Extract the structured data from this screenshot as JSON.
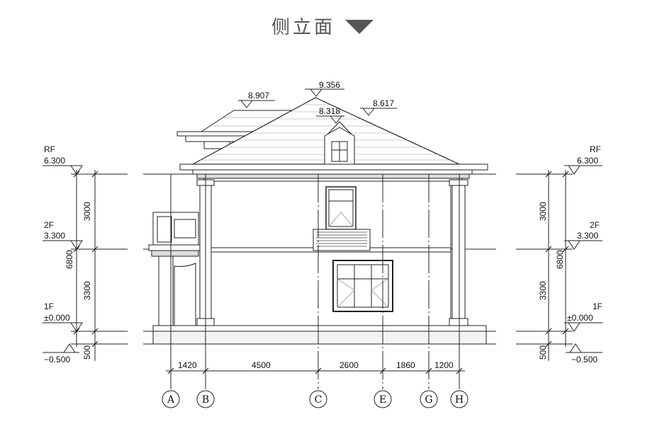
{
  "title": "侧立面",
  "roof_elevations": {
    "ridge": "9.356",
    "left": "8.907",
    "right": "8.617",
    "dormer": "8.318"
  },
  "left_levels": [
    {
      "name": "RF",
      "value": "6.300"
    },
    {
      "name": "2F",
      "value": "3.300"
    },
    {
      "name": "1F",
      "value": "±0.000"
    },
    {
      "name": "",
      "value": "−0.500"
    }
  ],
  "right_levels": [
    {
      "name": "RF",
      "value": "6.300"
    },
    {
      "name": "2F",
      "value": "3.300"
    },
    {
      "name": "1F",
      "value": "±0.000"
    },
    {
      "name": "",
      "value": "−0.500"
    }
  ],
  "vertical_dims": {
    "upper": "3000",
    "total": "6800",
    "lower": "3300",
    "base": "500"
  },
  "horizontal_dims": [
    "1420",
    "4500",
    "2600",
    "1860",
    "1200"
  ],
  "axes": [
    "A",
    "B",
    "C",
    "E",
    "G",
    "H"
  ]
}
